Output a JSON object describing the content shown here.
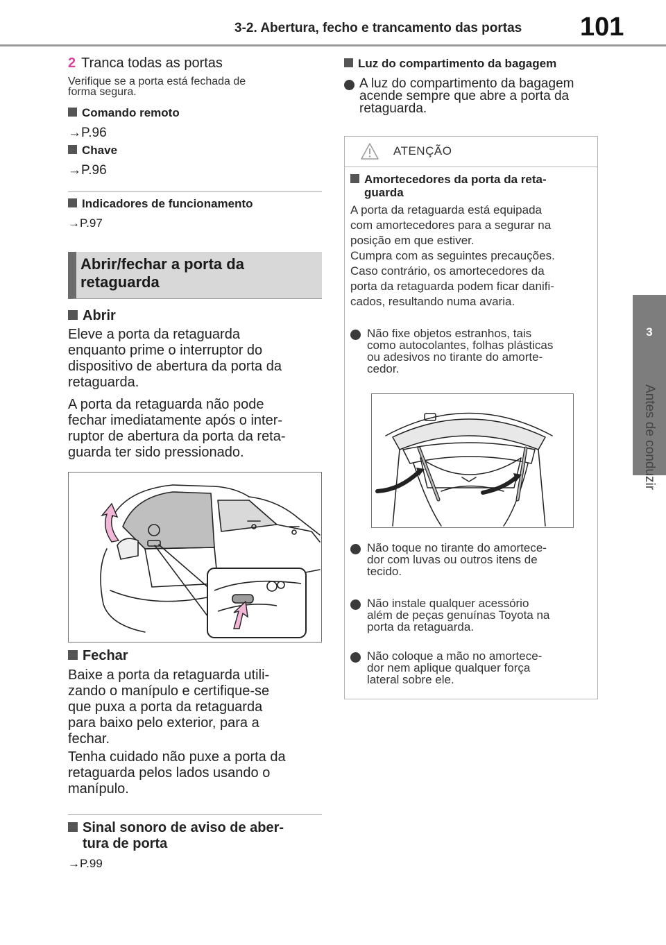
{
  "header": {
    "title": "3-2. Abertura, fecho e trancamento das portas",
    "page_number": "101"
  },
  "side_tab": {
    "chapter_number": "3",
    "chapter_name": "Antes de conduzir"
  },
  "left": {
    "step2_number": "2",
    "step2_title": "Tranca todas as portas",
    "step2_note_line1": "Verifique se a porta está fechada de",
    "step2_note_line2": "forma segura.",
    "remote_heading": "Comando remoto",
    "remote_ref": "→P.96",
    "key_heading": "Chave",
    "key_ref": "→P.96",
    "indicators_heading": "Indicadores de funcionamento",
    "indicators_ref": "→P.97",
    "section_title_line1": "Abrir/fechar a porta da",
    "section_title_line2": "retaguarda",
    "open_heading": "Abrir",
    "open_p1": [
      "Eleve a porta da retaguarda",
      "enquanto prime o interruptor do",
      "dispositivo de abertura da porta da",
      "retaguarda."
    ],
    "open_p2": [
      "A porta da retaguarda não pode",
      "fechar imediatamente após o inter-",
      "ruptor de abertura da porta da reta-",
      "guarda ter sido pressionado."
    ],
    "close_heading": "Fechar",
    "close_p1": [
      "Baixe a porta da retaguarda utili-",
      "zando o manípulo e certifique-se",
      "que puxa a porta da retaguarda",
      "para baixo pelo exterior, para a",
      "fechar."
    ],
    "close_p2": [
      "Tenha cuidado não puxe a porta da",
      "retaguarda pelos lados usando o",
      "manípulo."
    ],
    "buzzer_heading_line1": "Sinal sonoro de aviso de aber-",
    "buzzer_heading_line2": "tura de porta",
    "buzzer_ref": "→P.99"
  },
  "right": {
    "light_heading": "Luz do compartimento da bagagem",
    "light_text": [
      "A luz do compartimento da bagagem",
      "acende sempre que abre a porta da",
      "retaguarda."
    ],
    "caution": {
      "title": "ATENÇÃO",
      "heading_line1": "Amortecedores da porta da reta-",
      "heading_line2": "guarda",
      "body": [
        "A porta da retaguarda está equipada",
        "com amortecedores para a segurar na",
        "posição em que estiver.",
        "Cumpra com as seguintes precauções.",
        "Caso contrário, os amortecedores da",
        "porta da retaguarda podem ficar danifi-",
        "cados, resultando numa avaria."
      ],
      "bullet1": [
        "Não fixe objetos estranhos, tais",
        "como autocolantes, folhas plásticas",
        "ou adesivos no tirante do amorte-",
        "cedor."
      ],
      "bullet2": [
        "Não toque no tirante do amortece-",
        "dor com luvas ou outros itens de",
        "tecido."
      ],
      "bullet3": [
        "Não instale qualquer acessório",
        "além de peças genuínas Toyota na",
        "porta da retaguarda."
      ],
      "bullet4": [
        "Não coloque a mão no amortece-",
        "dor nem aplique qualquer força",
        "lateral sobre ele."
      ]
    }
  },
  "colors": {
    "step_accent": "#d6449a",
    "arrow_pink": "#f2b6d6",
    "side_tab": "#7d7d7d",
    "section_band": "#d8d8d8"
  }
}
